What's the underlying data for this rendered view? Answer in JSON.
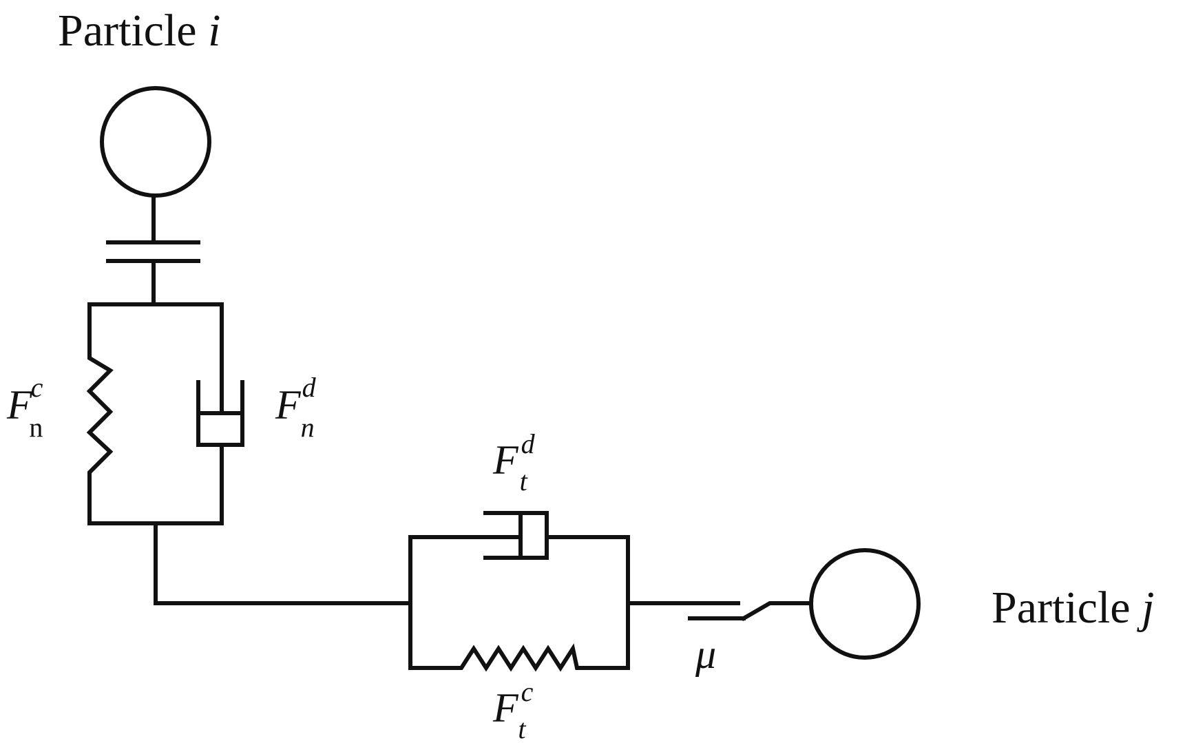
{
  "particles": {
    "i": {
      "label": "Particle",
      "index": "i"
    },
    "j": {
      "label": "Particle",
      "index": "j"
    }
  },
  "forces": {
    "normal_spring": {
      "symbol": "F",
      "sub": "n",
      "sup": "c"
    },
    "normal_dashpot": {
      "symbol": "F",
      "sub": "n",
      "sup": "d"
    },
    "tangential_dashpot": {
      "symbol": "F",
      "sub": "t",
      "sup": "d"
    },
    "tangential_spring": {
      "symbol": "F",
      "sub": "t",
      "sup": "c"
    }
  },
  "friction": {
    "symbol": "μ"
  },
  "colors": {
    "line": "#111111",
    "background": "#ffffff"
  }
}
